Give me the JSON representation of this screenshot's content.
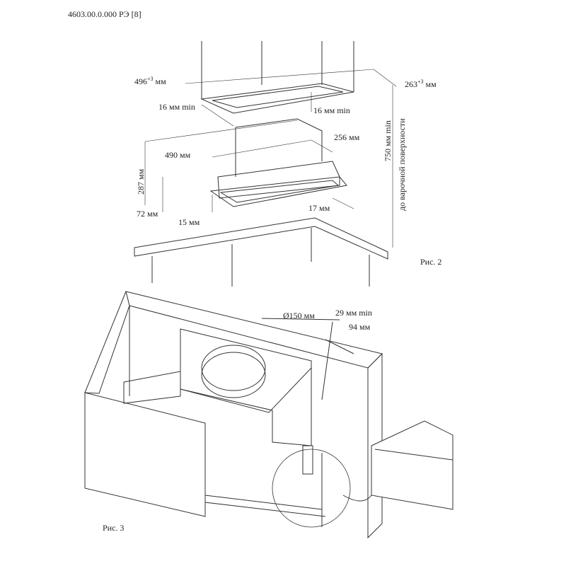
{
  "header": {
    "doc_code": "4603.00.0.000 РЭ [8]"
  },
  "figure2": {
    "caption": "Рис. 2",
    "dims": {
      "cabinet_width": "496",
      "cabinet_width_tol": "+3",
      "cabinet_width_unit": "мм",
      "cabinet_depth": "263",
      "cabinet_depth_tol": "+3",
      "cabinet_depth_unit": "мм",
      "gap_left": "16 мм min",
      "gap_front": "16 мм min",
      "hood_depth": "256 мм",
      "hood_width": "490 мм",
      "hood_height": "287 мм",
      "panel_height": "72 мм",
      "overhang_left": "15 мм",
      "overhang_right": "17 мм",
      "min_height": "750 мм min",
      "min_height_note": "до варочной поверхности"
    }
  },
  "figure3": {
    "caption": "Рис. 3",
    "dims": {
      "duct_diameter": "Ø150 мм",
      "clearance": "29 мм min",
      "offset": "94 мм"
    }
  }
}
